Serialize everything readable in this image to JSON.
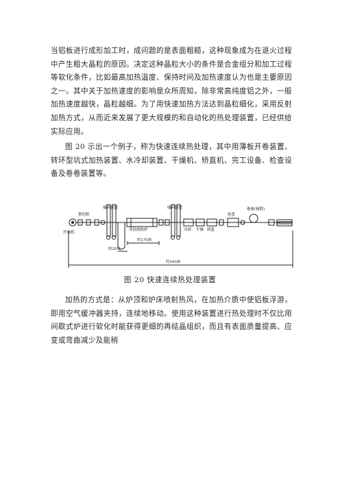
{
  "paragraphs": [
    "当铝板进行成形加工时，成问题的是表面粗糙，这种现象成为在退火过程中产生粗大晶粒的原因。决定这种晶粒大小的条件是合金组分和加工过程等软化条件，比如最高加热温度、保持时间及加热速度认为也是主要原因之一。其中关于加热速度的影响是众所周知，除非常高纯度铝之外，一般加热速度越快，晶粒越细。为了用快速加热方法达到晶粒细化，采用反射加热方式，从而近来发展了更大规模的和自动化的热处理装置，已经供给实际应用。",
    "图 20 示出一个例子，称为快速连续热处理，其中用薄板开卷装置、转环型坑式加热装置、水冷却装置、干燥机、矫直机、完工设备、检查设备及卷卷装置等。",
    "加热的方式是：从炉顶和炉床喷射热风，在加热介质中使铝板浮游，即用空气缓冲器夹持，连续地移动。使用这种装置进行热处理时不仅比用间歇式炉进行软化时能获得更细的再结晶组织，而且有表面质量提高、应变或弯曲减少及能稍"
  ],
  "figure": {
    "caption": "图 20    快速连续热处理装置",
    "labels": {
      "uncoiler": "开卷机",
      "shear": "剪切机",
      "loop1": "储料装置",
      "furnace": "浮动加热炉",
      "loop2": "储料装置",
      "cooler": "冷却",
      "dryer": "干燥",
      "leveler": "矫直",
      "inspection": "检查",
      "coiler": "卷卷(卷取)",
      "dim_pit": "约20米",
      "dim_furnace": "约170米",
      "dim_total": "约340米"
    }
  }
}
